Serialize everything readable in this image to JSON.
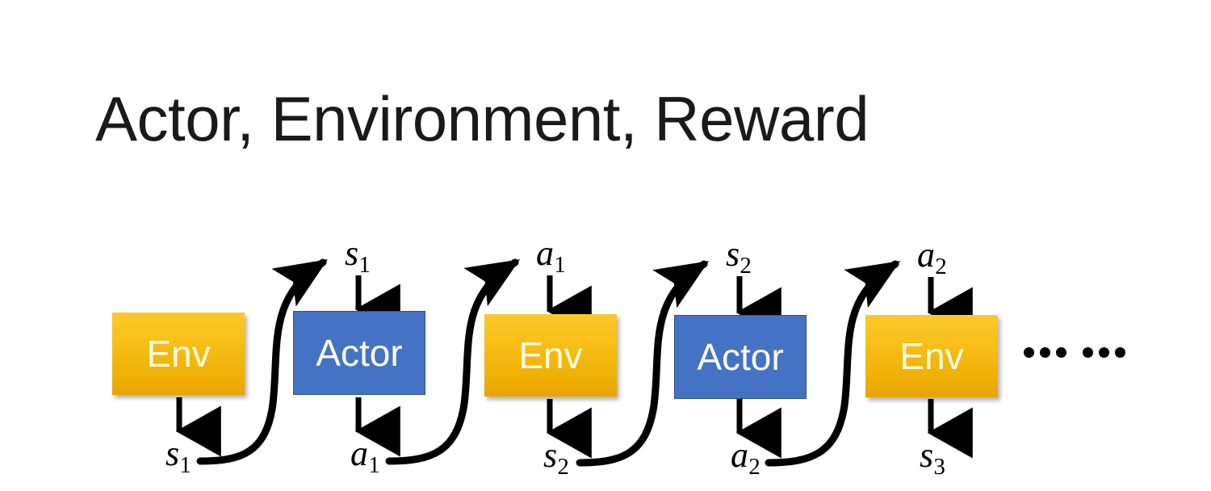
{
  "slide": {
    "title": "Actor, Environment, Reward",
    "background_color": "#ffffff"
  },
  "palette": {
    "env_fill_top": "#FBC92B",
    "env_fill_bottom": "#E8A400",
    "env_text": "#FFFDE0",
    "actor_fill": "#4472C4",
    "actor_border": "#2F528F",
    "actor_text": "#FFFFFF",
    "arrow_color": "#000000",
    "title_color": "#1A1A1A"
  },
  "diagram": {
    "type": "sequence-flow",
    "description": "Alternating Environment and Actor blocks passing states and actions",
    "nodes": [
      {
        "id": "env1",
        "label": "Env",
        "kind": "env"
      },
      {
        "id": "actor1",
        "label": "Actor",
        "kind": "actor"
      },
      {
        "id": "env2",
        "label": "Env",
        "kind": "env"
      },
      {
        "id": "actor2",
        "label": "Actor",
        "kind": "actor"
      },
      {
        "id": "env3",
        "label": "Env",
        "kind": "env"
      }
    ],
    "top_labels": [
      {
        "id": "top-s1",
        "symbol": "s",
        "subscript": "1"
      },
      {
        "id": "top-a1",
        "symbol": "a",
        "subscript": "1"
      },
      {
        "id": "top-s2",
        "symbol": "s",
        "subscript": "2"
      },
      {
        "id": "top-a2",
        "symbol": "a",
        "subscript": "2"
      }
    ],
    "bottom_labels": [
      {
        "id": "bot-s1",
        "symbol": "s",
        "subscript": "1"
      },
      {
        "id": "bot-a1",
        "symbol": "a",
        "subscript": "1"
      },
      {
        "id": "bot-s2",
        "symbol": "s",
        "subscript": "2"
      },
      {
        "id": "bot-a2",
        "symbol": "a",
        "subscript": "2"
      },
      {
        "id": "bot-s3",
        "symbol": "s",
        "subscript": "3"
      }
    ],
    "ellipsis": {
      "label": "......",
      "dot_count": 6,
      "groups": 2
    },
    "connections": [
      {
        "from": "env1",
        "to": "bot-s1",
        "style": "straight-down"
      },
      {
        "from": "bot-s1",
        "to": "top-s1",
        "style": "s-curve-up-right"
      },
      {
        "from": "top-s1",
        "to": "actor1",
        "style": "straight-down"
      },
      {
        "from": "actor1",
        "to": "bot-a1",
        "style": "straight-down"
      },
      {
        "from": "bot-a1",
        "to": "top-a1",
        "style": "s-curve-up-right"
      },
      {
        "from": "top-a1",
        "to": "env2",
        "style": "straight-down"
      },
      {
        "from": "env2",
        "to": "bot-s2",
        "style": "straight-down"
      },
      {
        "from": "bot-s2",
        "to": "top-s2",
        "style": "s-curve-up-right"
      },
      {
        "from": "top-s2",
        "to": "actor2",
        "style": "straight-down"
      },
      {
        "from": "actor2",
        "to": "bot-a2",
        "style": "straight-down"
      },
      {
        "from": "bot-a2",
        "to": "top-a2",
        "style": "s-curve-up-right"
      },
      {
        "from": "top-a2",
        "to": "env3",
        "style": "straight-down"
      },
      {
        "from": "env3",
        "to": "bot-s3",
        "style": "straight-down"
      }
    ]
  }
}
